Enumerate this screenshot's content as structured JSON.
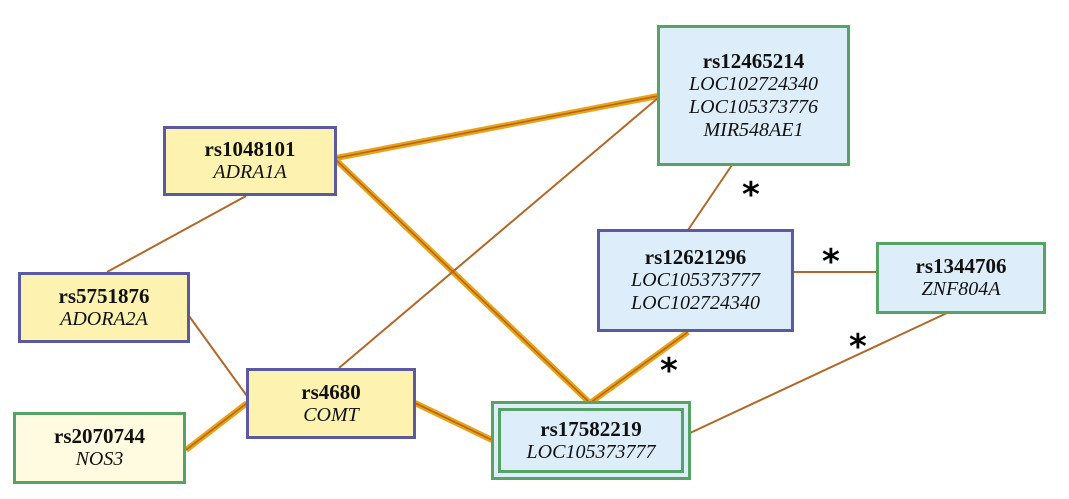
{
  "colors": {
    "strong_edge": "#e8a317",
    "strong_edge_core": "#b5651d",
    "weak_edge": "#b0682a",
    "purple_border": "#5b5aa0",
    "green_border": "#55a365",
    "yellow_fill": "#fdf2b0",
    "blue_fill": "#ddeefa"
  },
  "nodes": {
    "rs1048101": {
      "snp": "rs1048101",
      "genes": [
        "ADRA1A"
      ]
    },
    "rs5751876": {
      "snp": "rs5751876",
      "genes": [
        "ADORA2A"
      ]
    },
    "rs2070744": {
      "snp": "rs2070744",
      "genes": [
        "NOS3"
      ]
    },
    "rs4680": {
      "snp": "rs4680",
      "genes": [
        "COMT"
      ]
    },
    "rs17582219": {
      "snp": "rs17582219",
      "genes": [
        "LOC105373777"
      ]
    },
    "rs12465214": {
      "snp": "rs12465214",
      "genes": [
        "LOC102724340",
        "LOC105373776",
        "MIR548AE1"
      ]
    },
    "rs12621296": {
      "snp": "rs12621296",
      "genes": [
        "LOC105373777",
        "LOC102724340"
      ]
    },
    "rs1344706": {
      "snp": "rs1344706",
      "genes": [
        "ZNF804A"
      ]
    }
  },
  "edges": [
    {
      "from": "rs1048101",
      "to": "rs12465214",
      "strength": "strong"
    },
    {
      "from": "rs1048101",
      "to": "rs17582219",
      "strength": "strong"
    },
    {
      "from": "rs1048101",
      "to": "rs5751876",
      "strength": "weak"
    },
    {
      "from": "rs5751876",
      "to": "rs4680",
      "strength": "weak"
    },
    {
      "from": "rs2070744",
      "to": "rs4680",
      "strength": "strong"
    },
    {
      "from": "rs4680",
      "to": "rs12465214",
      "strength": "weak"
    },
    {
      "from": "rs4680",
      "to": "rs17582219",
      "strength": "strong"
    },
    {
      "from": "rs12621296",
      "to": "rs17582219",
      "strength": "strong",
      "significance": "*"
    },
    {
      "from": "rs12465214",
      "to": "rs12621296",
      "strength": "weak",
      "significance": "*"
    },
    {
      "from": "rs12621296",
      "to": "rs1344706",
      "strength": "weak",
      "significance": "*"
    },
    {
      "from": "rs1344706",
      "to": "rs17582219",
      "strength": "weak",
      "significance": "*"
    }
  ]
}
